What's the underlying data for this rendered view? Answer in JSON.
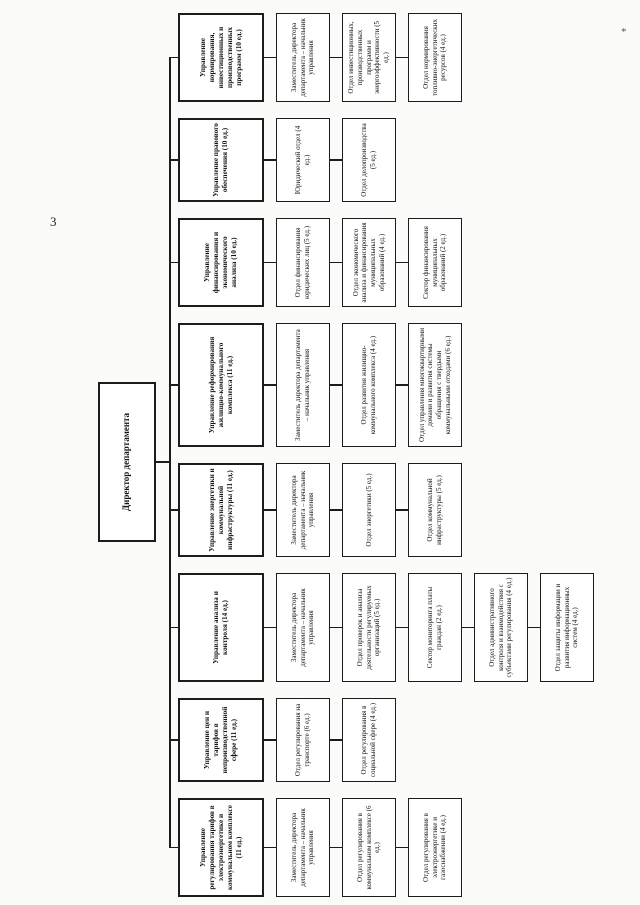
{
  "page": {
    "number": "3",
    "mark": "*"
  },
  "director": {
    "label": "Директор департамента"
  },
  "branches": [
    {
      "title": "Управление регулирования тарифов в электроэнергетике и коммунальном комплексе (11 ед.)",
      "children": [
        "Заместитель директора департамента – начальник управления",
        "Отдел регулирования в коммунальном комплексе (6 ед.)",
        "Отдел регулирования в электроэнергетике и газоснабжении (4 ед.)"
      ]
    },
    {
      "title": "Управление цен и тарифов в непроизводственной сфере (11 ед.)",
      "children": [
        "Отдел регулирования на транспорте (6 ед.)",
        "Отдел регулирования в социальной сфере (4 ед.)"
      ]
    },
    {
      "title": "Управление анализа и контроля (14 ед.)",
      "children": [
        "Заместитель директора департамента – начальник управления",
        "Отдел проверок и анализа деятельности регулируемых организаций (5 ед.)",
        "Сектор мониторинга платы граждан (2 ед.)",
        "Отдел административного контроля и взаимодействия с субъектами регулирования (4 ед.)",
        "Отдел защиты информации и развития информационных систем (4 ед.)"
      ]
    },
    {
      "title": "Управление энергетики и коммунальной инфраструктуры (11 ед.)",
      "children": [
        "Заместитель директора департамента – начальник управления",
        "Отдел энергетики (5 ед.)",
        "Отдел коммунальной инфраструктуры (5 ед.)"
      ]
    },
    {
      "title": "Управление реформирования жилищно-коммунального комплекса (11 ед.)",
      "children": [
        "Заместитель директора департамента – начальник управления",
        "Отдел развития жилищно-коммунального комплекса (4 ед.)",
        "Отдел управления многоквартирными домами и развития системы обращения с твердыми коммунальными отходами (6 ед.)"
      ]
    },
    {
      "title": "Управление финансирования и экономического анализа (10 ед.)",
      "children": [
        "Отдел финансирования юридических лиц (5 ед.)",
        "Отдел экономического анализа и финансирования муниципальных образований (4 ед.)",
        "Сектор финансирования муниципальных образований (2 ед.)"
      ]
    },
    {
      "title": "Управление правового обеспечения (10 ед.)",
      "children": [
        "Юридический отдел (4 ед.)",
        "Отдел делопроизводства (5 ед.)"
      ]
    },
    {
      "title": "Управление нормирования, инвестиционных и производственных программ (10 ед.)",
      "children": [
        "Заместитель директора департамента – начальник управления",
        "Отдел инвестиционных, производственных программ и энергоэффективности (5 ед.)",
        "Отдел нормирования топливно-энергетических ресурсов (4 ед.)"
      ]
    }
  ]
}
